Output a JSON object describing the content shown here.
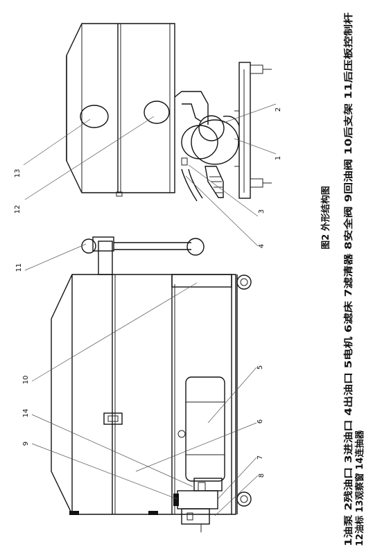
{
  "figure": {
    "caption": "图2   外形结构图",
    "legend_line1": "1油泵  2残油口  3进油口  4出油口  5电机  6滤床  7滤清器  8安全阀  9回油阀  10后支架  11后压板控制杆",
    "legend_line2": "12油标  13观察窗  14连抽器"
  },
  "callouts": {
    "c1": "1",
    "c2": "2",
    "c3": "3",
    "c4": "4",
    "c5": "5",
    "c6": "6",
    "c7": "7",
    "c8": "8",
    "c9": "9",
    "c10": "10",
    "c11": "11",
    "c12": "12",
    "c13": "13",
    "c14": "14"
  }
}
